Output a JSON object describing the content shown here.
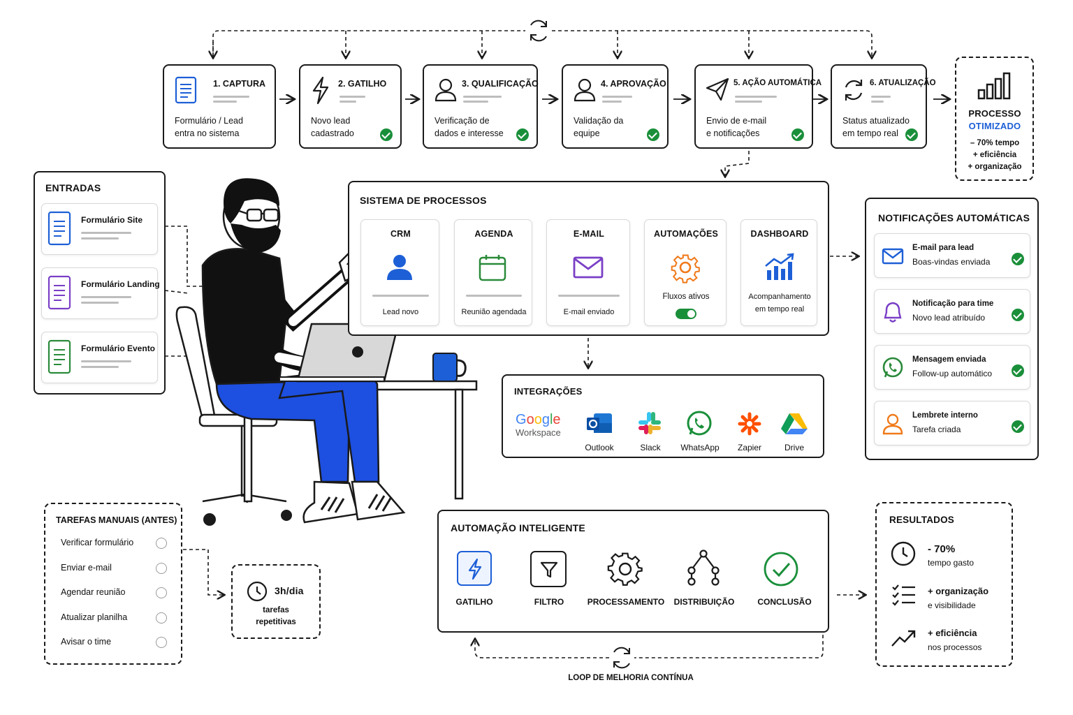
{
  "flow": {
    "steps": [
      {
        "label": "1. CAPTURA",
        "desc1": "Formulário / Lead",
        "desc2": "entra no sistema"
      },
      {
        "label": "2. GATILHO",
        "desc1": "Novo lead",
        "desc2": "cadastrado"
      },
      {
        "label": "3. QUALIFICAÇÃO",
        "desc1": "Verificação de",
        "desc2": "dados e interesse"
      },
      {
        "label": "4. APROVAÇÃO",
        "desc1": "Validação da",
        "desc2": "equipe"
      },
      {
        "label": "5. AÇÃO AUTOMÁTICA",
        "desc1": "Envio de e-mail",
        "desc2": "e notificações"
      },
      {
        "label": "6. ATUALIZAÇÃO",
        "desc1": "Status atualizado",
        "desc2": "em tempo real"
      }
    ],
    "result": {
      "title": "PROCESSO",
      "highlight": "OTIMIZADO",
      "line1": "– 70% tempo",
      "line2": "+ eficiência",
      "line3": "+ organização",
      "accent": "#1d5fd6"
    }
  },
  "entradas": {
    "title": "ENTRADAS",
    "items": [
      {
        "label": "Formulário Site",
        "color": "#1d5fd6"
      },
      {
        "label": "Formulário Landing",
        "color": "#7a3fc6"
      },
      {
        "label": "Formulário Evento",
        "color": "#2a8a3a"
      }
    ]
  },
  "sistema": {
    "title": "SISTEMA DE PROCESSOS",
    "modules": [
      {
        "label": "CRM",
        "caption": "Lead novo"
      },
      {
        "label": "AGENDA",
        "caption": "Reunião agendada"
      },
      {
        "label": "E-MAIL",
        "caption": "E-mail enviado"
      },
      {
        "label": "AUTOMAÇÕES",
        "caption": "Fluxos ativos"
      },
      {
        "label": "DASHBOARD",
        "caption1": "Acompanhamento",
        "caption2": "em tempo real"
      }
    ]
  },
  "integracoes": {
    "title": "INTEGRAÇÕES",
    "google": "Google",
    "workspace": "Workspace",
    "items": [
      "Outlook",
      "Slack",
      "WhatsApp",
      "Zapier",
      "Drive"
    ]
  },
  "notificacoes": {
    "title": "NOTIFICAÇÕES AUTOMÁTICAS",
    "items": [
      {
        "title": "E-mail para lead",
        "desc": "Boas-vindas enviada",
        "icon": "mail-icon",
        "color": "#1d5fd6"
      },
      {
        "title": "Notificação para time",
        "desc": "Novo lead atribuído",
        "icon": "bell-icon",
        "color": "#7a3fc6"
      },
      {
        "title": "Mensagem enviada",
        "desc": "Follow-up automático",
        "icon": "whatsapp-icon",
        "color": "#2a8a3a"
      },
      {
        "title": "Lembrete interno",
        "desc": "Tarefa criada",
        "icon": "user-icon",
        "color": "#f07a1a"
      }
    ]
  },
  "manuais": {
    "title": "TAREFAS MANUAIS (ANTES)",
    "items": [
      "Verificar formulário",
      "Enviar e-mail",
      "Agendar reunião",
      "Atualizar planilha",
      "Avisar o time"
    ],
    "time": "3h/dia",
    "time_desc1": "tarefas",
    "time_desc2": "repetitivas"
  },
  "automacao": {
    "title": "AUTOMAÇÃO INTELIGENTE",
    "steps": [
      "GATILHO",
      "FILTRO",
      "PROCESSAMENTO",
      "DISTRIBUIÇÃO",
      "CONCLUSÃO"
    ],
    "loop": "LOOP DE MELHORIA CONTÍNUA"
  },
  "resultados": {
    "title": "RESULTADOS",
    "items": [
      {
        "title": "- 70%",
        "desc": "tempo gasto"
      },
      {
        "title": "+ organização",
        "desc": "e visibilidade"
      },
      {
        "title": "+ eficiência",
        "desc": "nos processos"
      }
    ]
  },
  "colors": {
    "blue": "#1d5fd6",
    "purple": "#7a3fc6",
    "green": "#2a8a3a",
    "orange": "#f07a1a",
    "check": "#1a8f3a"
  }
}
